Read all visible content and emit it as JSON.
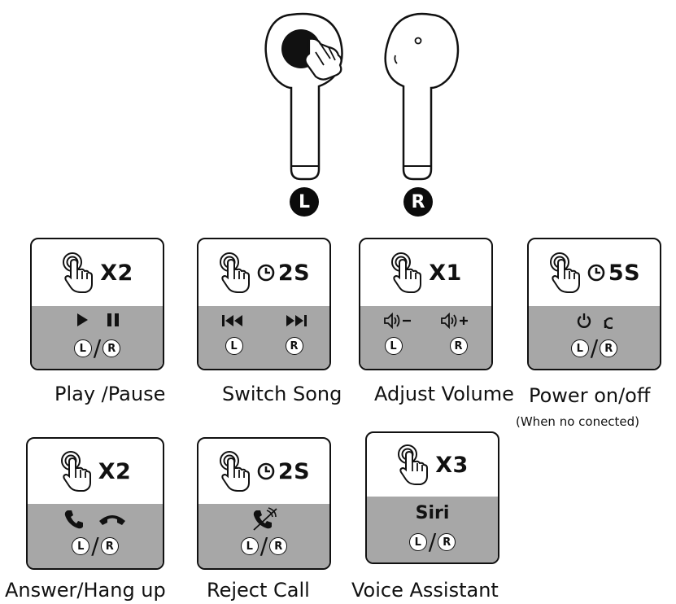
{
  "earbuds": {
    "left_badge": "L",
    "right_badge": "R"
  },
  "cards": [
    {
      "id": "play-pause",
      "gesture": "X2",
      "label": "Play /Pause",
      "sub": "",
      "l": "L",
      "r": "R",
      "sep": "/"
    },
    {
      "id": "switch-song",
      "gesture": "2S",
      "label": "Switch Song",
      "sub": "",
      "l": "L",
      "r": "R",
      "sep": ""
    },
    {
      "id": "adjust-volume",
      "gesture": "X1",
      "label": "Adjust Volume",
      "sub": "",
      "l": "L",
      "r": "R",
      "sep": ""
    },
    {
      "id": "power",
      "gesture": "5S",
      "label": "Power on/off",
      "sub": "(When no conected)",
      "l": "L",
      "r": "R",
      "sep": "/"
    },
    {
      "id": "answer-hang",
      "gesture": "X2",
      "label": "Answer/Hang up",
      "sub": "",
      "l": "L",
      "r": "R",
      "sep": "/"
    },
    {
      "id": "reject-call",
      "gesture": "2S",
      "label": "Reject Call",
      "sub": "",
      "l": "L",
      "r": "R",
      "sep": "/"
    },
    {
      "id": "voice-assistant",
      "gesture": "X3",
      "label": "Voice Assistant",
      "sub": "",
      "l": "L",
      "r": "R",
      "sep": "/",
      "center_text": "Siri"
    }
  ]
}
